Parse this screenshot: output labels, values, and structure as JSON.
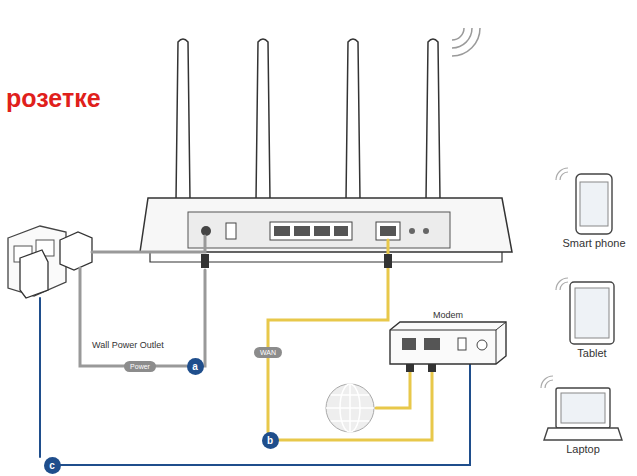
{
  "diagram": {
    "nodes": [
      {
        "text": [
          "Smart phone"
        ]
      },
      {
        "text": [
          "Tablet"
        ]
      },
      {
        "text": [
          "Modem"
        ]
      },
      {
        "text": [
          "Power"
        ]
      },
      {
        "text": [
          "a"
        ]
      },
      {
        "text": [
          "WAN"
        ]
      },
      {
        "text": [
          "b"
        ]
      },
      {
        "text": [
          "Laptop"
        ]
      },
      {
        "text": [
          "c"
        ]
      }
    ],
    "labels": [
      "розетке",
      "Wall Power Outlet"
    ]
  }
}
